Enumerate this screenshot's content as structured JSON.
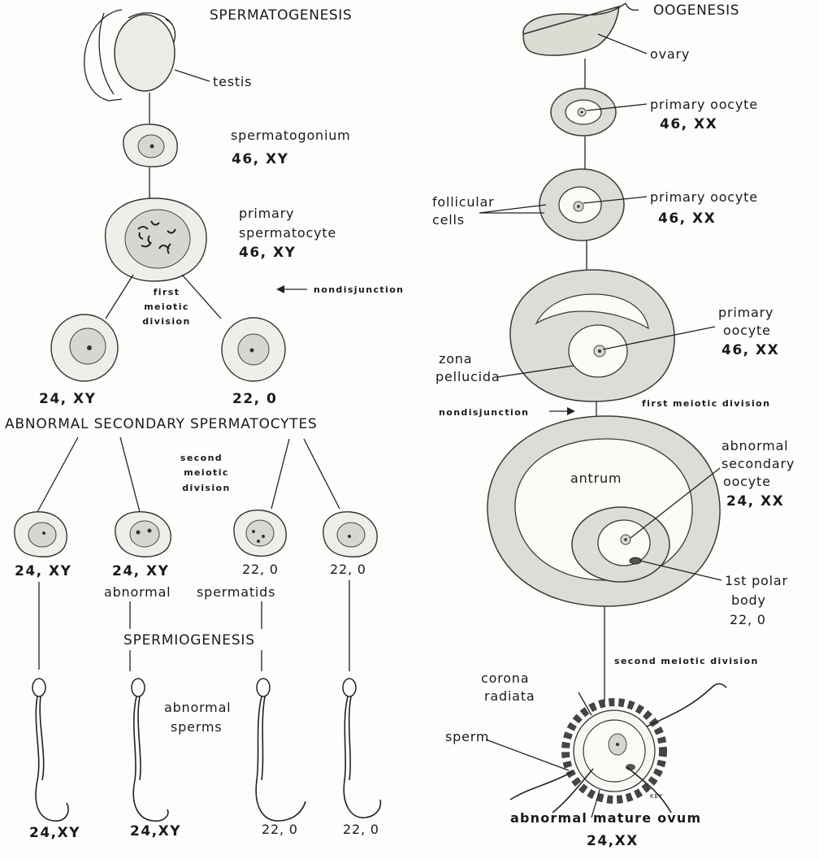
{
  "spermatogenesis": {
    "title": "SPERMATOGENESIS",
    "testis": "testis",
    "spermatogonium": "spermatogonium",
    "spermatogonium_karyotype": "46, XY",
    "primary_spermatocyte_1": "primary",
    "primary_spermatocyte_2": "spermatocyte",
    "primary_spermatocyte_karyotype": "46, XY",
    "first_meiotic_1": "first",
    "first_meiotic_2": "meiotic",
    "first_meiotic_3": "division",
    "nondisjunction": "nondisjunction",
    "secondary_left_karyotype": "24, XY",
    "secondary_right_karyotype": "22, 0",
    "secondary_heading": "ABNORMAL SECONDARY SPERMATOCYTES",
    "second_meiotic_1": "second",
    "second_meiotic_2": "meiotic",
    "second_meiotic_3": "division",
    "spermatid_karyotypes": [
      "24, XY",
      "24, XY",
      "22, 0",
      "22, 0"
    ],
    "abnormal": "abnormal",
    "spermatids": "spermatids",
    "spermiogenesis": "SPERMIOGENESIS",
    "abnormal_sperms_1": "abnormal",
    "abnormal_sperms_2": "sperms",
    "sperm_karyotypes": [
      "24,XY",
      "24,XY",
      "22, 0",
      "22, 0"
    ]
  },
  "oogenesis": {
    "title": "OOGENESIS",
    "ovary": "ovary",
    "primary_oocyte_a": "primary oocyte",
    "primary_oocyte_a_karyotype": "46, XX",
    "follicular_1": "follicular",
    "follicular_2": "cells",
    "primary_oocyte_b": "primary oocyte",
    "primary_oocyte_b_karyotype": "46, XX",
    "primary_c_1": "primary",
    "primary_c_2": "oocyte",
    "primary_c_karyotype": "46, XX",
    "zona_1": "zona",
    "zona_2": "pellucida",
    "nondisjunction": "nondisjunction",
    "first_meiotic": "first meiotic division",
    "antrum": "antrum",
    "abnormal_secondary_1": "abnormal",
    "abnormal_secondary_2": "secondary",
    "abnormal_secondary_3": "oocyte",
    "abnormal_secondary_karyotype": "24, XX",
    "polar_1": "1st polar",
    "polar_2": "body",
    "polar_karyotype": "22, 0",
    "second_meiotic": "second meiotic division",
    "corona_1": "corona",
    "corona_2": "radiata",
    "sperm": "sperm",
    "mature_ovum": "abnormal mature ovum",
    "mature_ovum_karyotype": "24,XX",
    "artist_mark": "KEY"
  }
}
